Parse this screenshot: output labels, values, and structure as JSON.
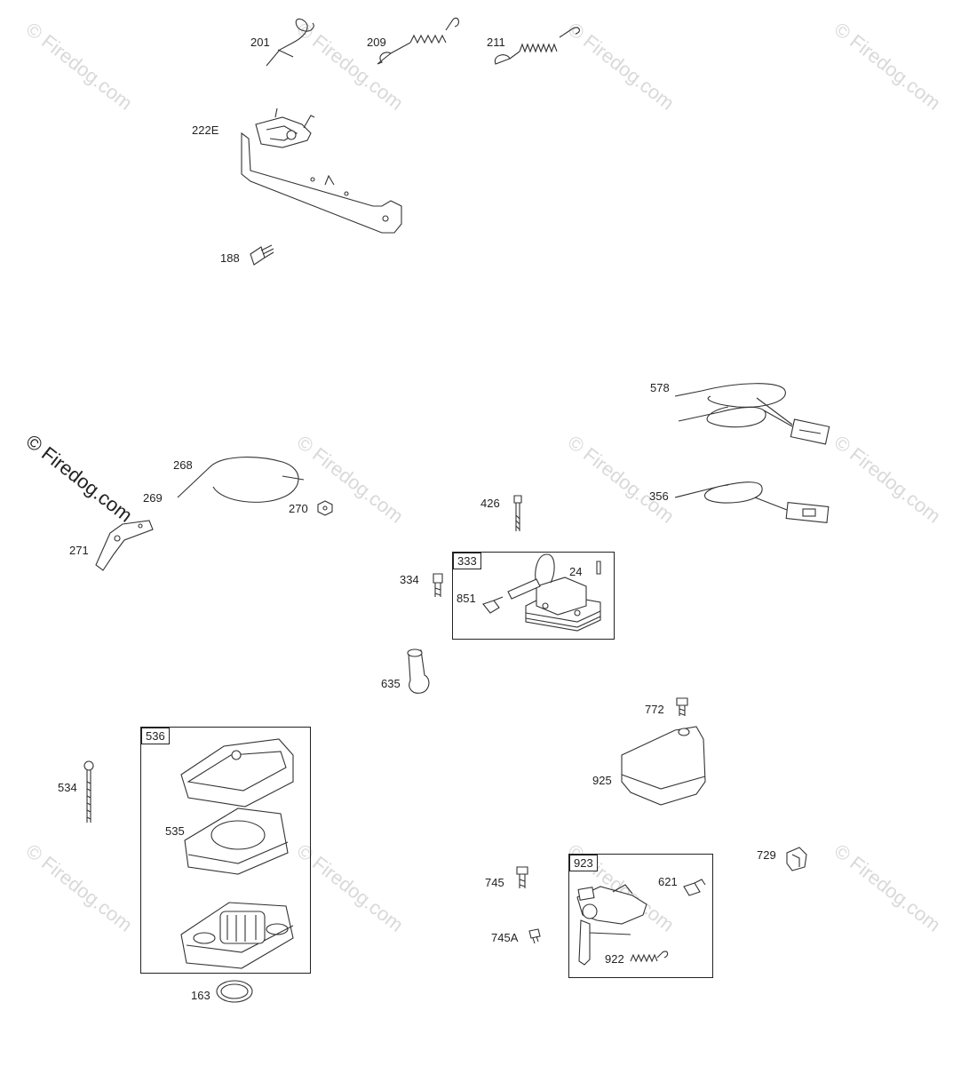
{
  "watermark": "© Firedog.com",
  "watermark_main": "© Firedog.com",
  "callouts": {
    "p201": "201",
    "p209": "209",
    "p211": "211",
    "p222e": "222E",
    "p188": "188",
    "p578": "578",
    "p268": "268",
    "p269": "269",
    "p270": "270",
    "p271": "271",
    "p426": "426",
    "p356": "356",
    "p24": "24",
    "p334": "334",
    "p851": "851",
    "p635": "635",
    "p772": "772",
    "p534": "534",
    "p535": "535",
    "p925": "925",
    "p729": "729",
    "p745": "745",
    "p621": "621",
    "p745a": "745A",
    "p922": "922",
    "p163": "163"
  },
  "groups": {
    "g333": "333",
    "g536": "536",
    "g923": "923"
  }
}
